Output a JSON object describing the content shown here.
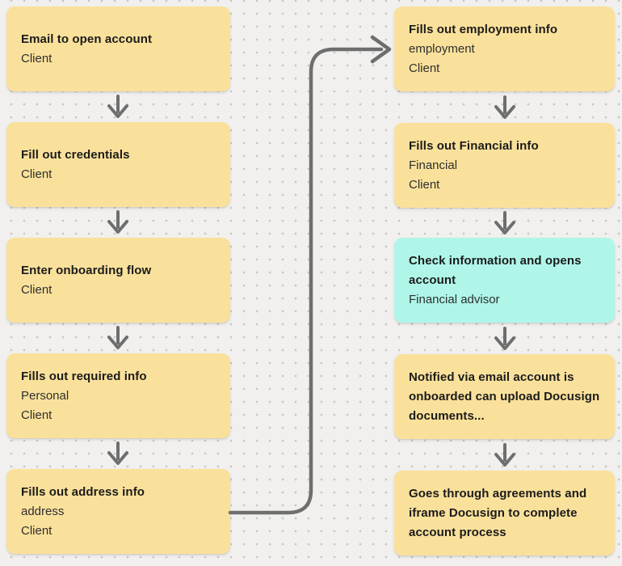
{
  "app": {
    "surface": "whiteboard-flow-diagram",
    "background_color": "#f1f0ee",
    "dot_grid_color": "#c9c7c4"
  },
  "colors": {
    "sticky_yellow": "#fae19b",
    "sticky_cyan": "#aff6e9",
    "arrow_gray": "#6e6e6e",
    "title_text": "#1b1b1b",
    "body_text": "#2e2e2e"
  },
  "icons": {
    "down_arrow": "arrow-down-chevron",
    "connector": "elbow-arrow-right"
  },
  "nodes": {
    "left": [
      {
        "title": "Email to open account",
        "line2": "Client",
        "color": "yellow"
      },
      {
        "title": "Fill out credentials",
        "line2": "Client",
        "color": "yellow"
      },
      {
        "title": "Enter onboarding flow",
        "line2": "Client",
        "color": "yellow"
      },
      {
        "title": "Fills out required info",
        "line2": "Personal",
        "line3": "Client",
        "color": "yellow"
      },
      {
        "title": "Fills out address info",
        "line2": "address",
        "line3": "Client",
        "color": "yellow"
      }
    ],
    "right": [
      {
        "title": "Fills out employment info",
        "line2": "employment",
        "line3": "Client",
        "color": "yellow"
      },
      {
        "title": "Fills out Financial info",
        "line2": "Financial",
        "line3": "Client",
        "color": "yellow"
      },
      {
        "title": "Check information and opens account",
        "line2": "Financial advisor",
        "color": "cyan"
      },
      {
        "title": "Notified via email account is onboarded can upload Docusign documents...",
        "color": "yellow"
      },
      {
        "title": "Goes through agreements and iframe Docusign to complete account process",
        "color": "yellow"
      }
    ]
  }
}
